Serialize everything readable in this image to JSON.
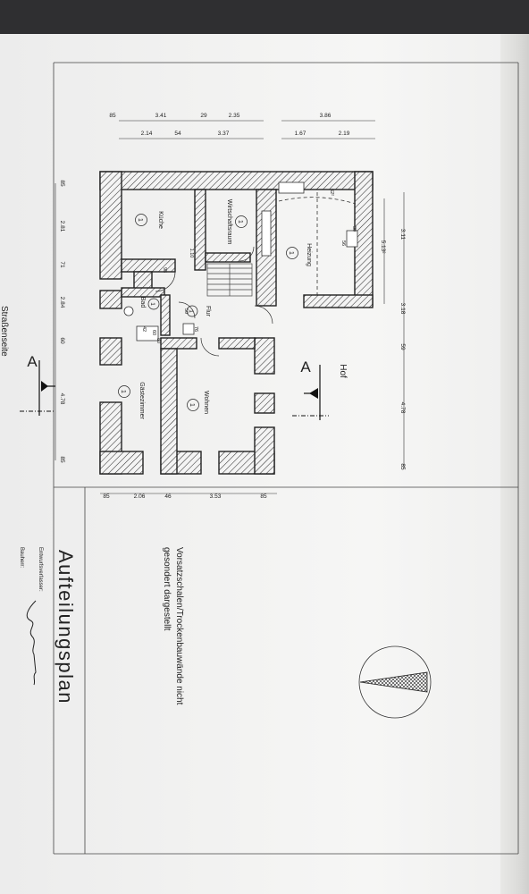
{
  "plan": {
    "title": "Aufteilungsplan",
    "note_line1": "Vorsatzschalen/Trockenbauwände nicht",
    "note_line2": "gesondert dargestellt",
    "entwurfsverfasser_label": "Entwurfsverfasser:",
    "bauherr_label": "Bauherr:",
    "yard_label": "Hof",
    "street_label": "Straßenseite",
    "section_label": "A"
  },
  "rooms": [
    {
      "name": "Küche",
      "unit": "1"
    },
    {
      "name": "Wirtschaftsraum",
      "unit": "1"
    },
    {
      "name": "Heizung",
      "unit": "1"
    },
    {
      "name": "Bad",
      "unit": "1"
    },
    {
      "name": "Flur",
      "unit": "1"
    },
    {
      "name": "Gästezimmer",
      "unit": "1"
    },
    {
      "name": "Wohnen",
      "unit": "1"
    }
  ],
  "dimensions": {
    "top_row1": [
      "85",
      "3.41",
      "29",
      "2.35",
      "3.86"
    ],
    "top_row2": [
      "2.14",
      "54",
      "3.37",
      "1.67",
      "2.19"
    ],
    "left_col": [
      "85",
      "2.81",
      "71",
      "2.84",
      "60",
      "4.78",
      "85"
    ],
    "right_col": [
      "3.11",
      "5.13²",
      "3.18",
      "59",
      "4.78",
      "85"
    ],
    "bottom_row": [
      "85",
      "2.06",
      "46",
      "3.53",
      "85"
    ],
    "inner": [
      "62²",
      "30",
      "56",
      "1.10",
      "98",
      "50",
      "60",
      "76",
      "80",
      "42"
    ]
  }
}
